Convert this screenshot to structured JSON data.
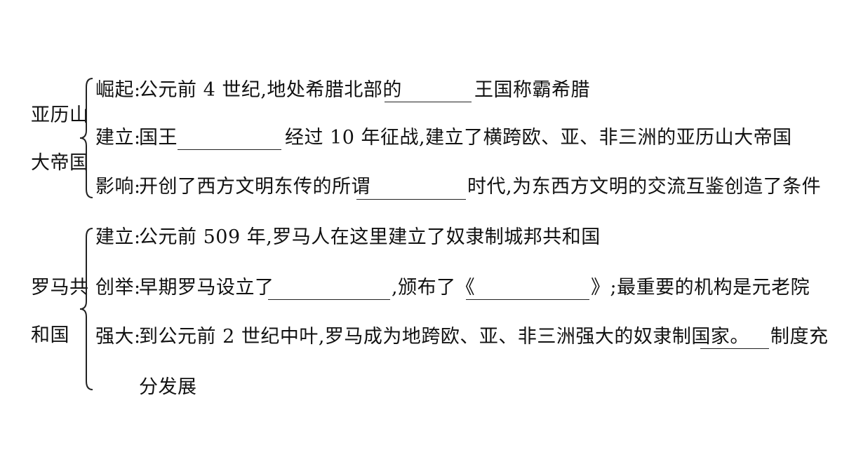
{
  "section1": {
    "heading": [
      "亚历山",
      "大帝国"
    ],
    "lines": [
      {
        "label": "崛起:",
        "parts": [
          "公元前 4 世纪,地处希腊北部的",
          "王国称霸希腊"
        ]
      },
      {
        "label": "建立:",
        "parts": [
          "国王",
          "经过 10 年征战,建立了横跨欧、亚、非三洲的亚历山大帝国"
        ]
      },
      {
        "label": "影响:",
        "parts": [
          "开创了西方文明东传的所谓",
          "时代,为东西方文明的交流互鉴创造了条件"
        ]
      }
    ]
  },
  "section2": {
    "heading": [
      "罗马共",
      "和国"
    ],
    "lines": [
      {
        "label": "建立:",
        "parts": [
          "公元前 509 年,罗马人在这里建立了奴隶制城邦共和国"
        ]
      },
      {
        "label": "创举:",
        "parts": [
          "早期罗马设立了",
          ",颁布了《",
          "》;最重要的机构是元老院"
        ]
      },
      {
        "label": "强大:",
        "parts": [
          "到公元前 2 世纪中叶,罗马成为地跨欧、亚、非三洲强大的奴隶制国家。",
          "制度充"
        ],
        "cont": "分发展"
      }
    ]
  }
}
